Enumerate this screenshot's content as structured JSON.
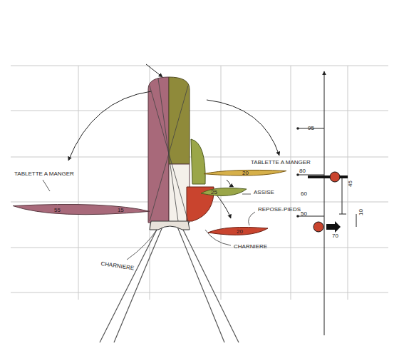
{
  "diagram": {
    "nodes": [
      {
        "text": [
          "55",
          "15"
        ]
      },
      {
        "text": [
          "20"
        ]
      },
      {
        "text": [
          "25"
        ]
      },
      {
        "text": [
          "20"
        ]
      }
    ],
    "labels": [
      "TABLETTE A MANGER",
      "TABLETTE A MANGER",
      "ASSISE",
      "REPOSE-PIEDS",
      "CHARNIERE",
      "CHARNIERE",
      "95",
      "80",
      "60",
      "50",
      "45",
      "10",
      "70"
    ]
  }
}
